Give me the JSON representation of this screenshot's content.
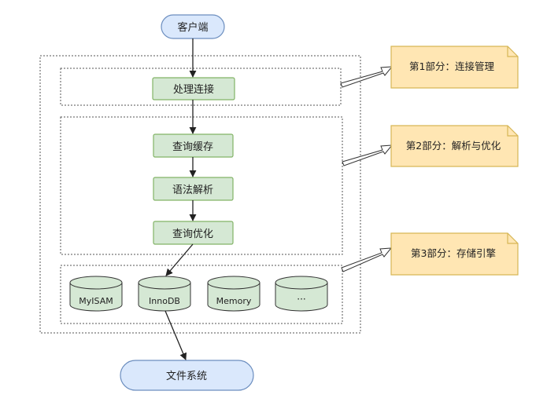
{
  "client": {
    "label": "客户端"
  },
  "layers": {
    "connection": {
      "process": "处理连接"
    },
    "parse": {
      "steps": [
        "查询缓存",
        "语法解析",
        "查询优化"
      ]
    },
    "engines": [
      "MyISAM",
      "InnoDB",
      "Memory",
      "···"
    ]
  },
  "filesystem": {
    "label": "文件系统"
  },
  "notes": [
    "第1部分：连接管理",
    "第2部分：解析与优化",
    "第3部分：存储引擎"
  ],
  "colors": {
    "client_fill": "#dae8fc",
    "client_stroke": "#6c8ebf",
    "step_fill": "#d5e8d4",
    "step_stroke": "#82b366",
    "note_fill": "#ffe6b3",
    "note_stroke": "#d6b656",
    "dotted_stroke": "#555555",
    "arrow": "#222222"
  }
}
